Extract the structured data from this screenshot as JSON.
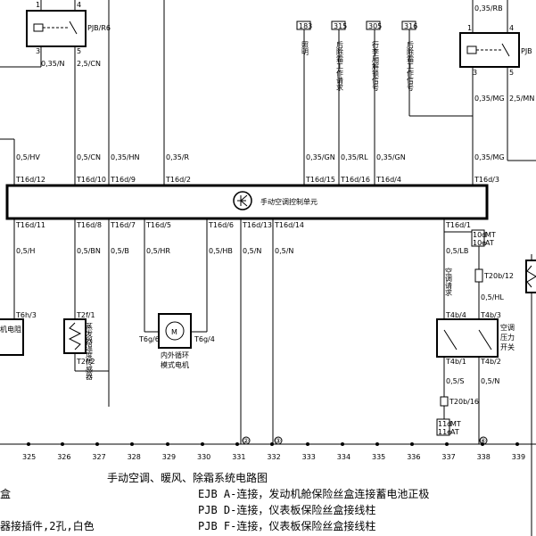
{
  "relays": {
    "left": {
      "name": "PJB/R6",
      "pin1": "1",
      "pin4": "4",
      "pin3": "3",
      "pin5": "5"
    },
    "right": {
      "name": "PJB",
      "pin1": "1",
      "pin4": "4",
      "pin3": "3",
      "pin5": "5"
    }
  },
  "module": {
    "name": "手动空调控制单元"
  },
  "wires_top": {
    "w035n": "0,35/N",
    "w25cn": "2,5/CN",
    "w035rb": "0,35/RB",
    "w035mg_top": "0,35/MG",
    "w25mn": "2,5/MN",
    "w05hv": "0,5/HV",
    "w05cn": "0,5/CN",
    "w035hn": "0,35/HN",
    "w035r": "0,35/R",
    "w035gn1": "0,35/GN",
    "w035rl": "0,35/RL",
    "w035gn2": "0,35/GN",
    "w035mg": "0,35/MG"
  },
  "pins_top": {
    "p12": "T16d/12",
    "p10": "T16d/10",
    "p9": "T16d/9",
    "p2": "T16d/2",
    "p15": "T16d/15",
    "p16": "T16d/16",
    "p4": "T16d/4",
    "p3": "T16d/3"
  },
  "pins_bottom": {
    "p11": "T16d/11",
    "p8": "T16d/8",
    "p7": "T16d/7",
    "p5": "T16d/5",
    "p6": "T16d/6",
    "p13": "T16d/13",
    "p14": "T16d/14",
    "p1": "T16d/1"
  },
  "wires_bottom": {
    "w05h": "0,5/H",
    "w05bn": "0,5/BN",
    "w05b": "0,5/B",
    "w05hr": "0,5/HR",
    "w05hb": "0,5/HB",
    "w05n1": "0,5/N",
    "w05n2": "0,5/N",
    "w05lb": "0,5/LB",
    "w05hl": "0,5/HL",
    "w05s": "0,5/S",
    "w05n3": "0,5/N"
  },
  "refs": {
    "r183": "183",
    "t183": "照明",
    "r315": "315",
    "t315": "后除霜工作请求",
    "r305": "305",
    "t305": "行李厢解锁信号",
    "r316": "316",
    "t316": "后除霜工作信号"
  },
  "components": {
    "t6h3": "T6h/3",
    "left_partial": "机电阻",
    "t2f1": "T2f/1",
    "t2f2": "T2f/2",
    "sensor": "蒸发器温度传感器",
    "t6g6": "T6g/6",
    "t6g4": "T6g/4",
    "motor_m": "M",
    "motor_label_1": "内外循环",
    "motor_label_2": "模式电机",
    "req_switch": "空调请求",
    "t4b4": "T4b/4",
    "t4b3": "T4b/3",
    "t4b1": "T4b/1",
    "t4b2": "T4b/2",
    "pressure_1": "空调",
    "pressure_2": "压力",
    "pressure_3": "开关",
    "t20b12": "T20b/12",
    "t20b16": "T20b/16",
    "c10d": "10d",
    "c10e": "10e",
    "mt1": "MT",
    "at1": "AT",
    "c11d": "11d",
    "c11e": "11e",
    "mt2": "MT",
    "at2": "AT",
    "ground2": "②",
    "ground3": "③",
    "ground4": "④"
  },
  "columns": [
    "325",
    "326",
    "327",
    "328",
    "329",
    "330",
    "331",
    "332",
    "333",
    "334",
    "335",
    "336",
    "337",
    "338",
    "339"
  ],
  "caption": {
    "title": "手动空调、暖风、除霜系统电路图",
    "left_1": "盒",
    "left_2": "器接插件,2孔,白色",
    "right_1": "EJB A-连接，发动机舱保险丝盒连接蓄电池正极",
    "right_2": "PJB D-连接，仪表板保险丝盒接线柱",
    "right_3": "PJB F-连接，仪表板保险丝盒接线柱"
  }
}
